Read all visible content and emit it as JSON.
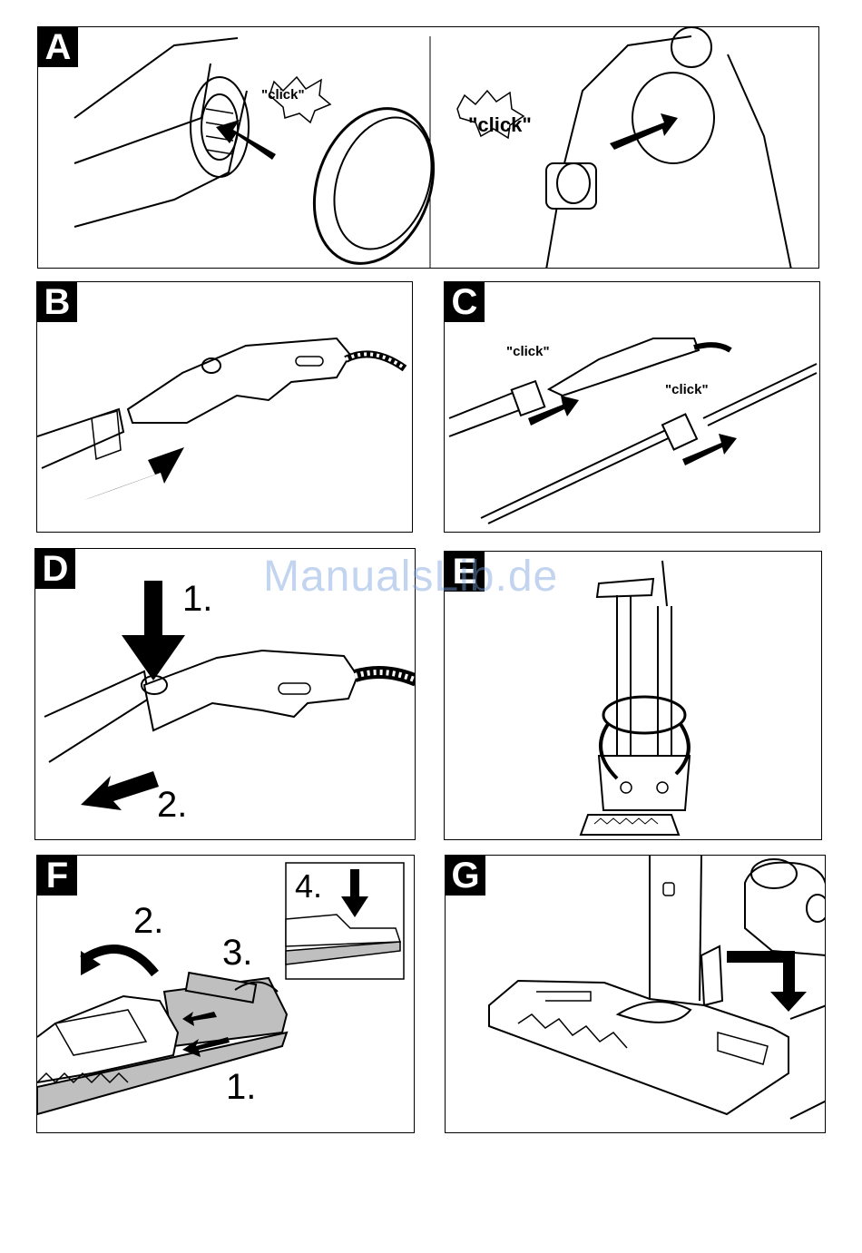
{
  "panels": {
    "a": {
      "label": "A",
      "click_left": "\"click\"",
      "click_right": "\"click\""
    },
    "b": {
      "label": "B"
    },
    "c": {
      "label": "C",
      "click_left": "\"click\"",
      "click_right": "\"click\""
    },
    "d": {
      "label": "D",
      "step1": "1.",
      "step2": "2."
    },
    "e": {
      "label": "E"
    },
    "f": {
      "label": "F",
      "step1": "1.",
      "step2": "2.",
      "step3": "3.",
      "step4": "4."
    },
    "g": {
      "label": "G"
    }
  },
  "watermark": "ManualsLib.de",
  "colors": {
    "line": "#000000",
    "background": "#ffffff",
    "fill_grey": "#bfbfbf",
    "watermark": "#78a0dc"
  }
}
